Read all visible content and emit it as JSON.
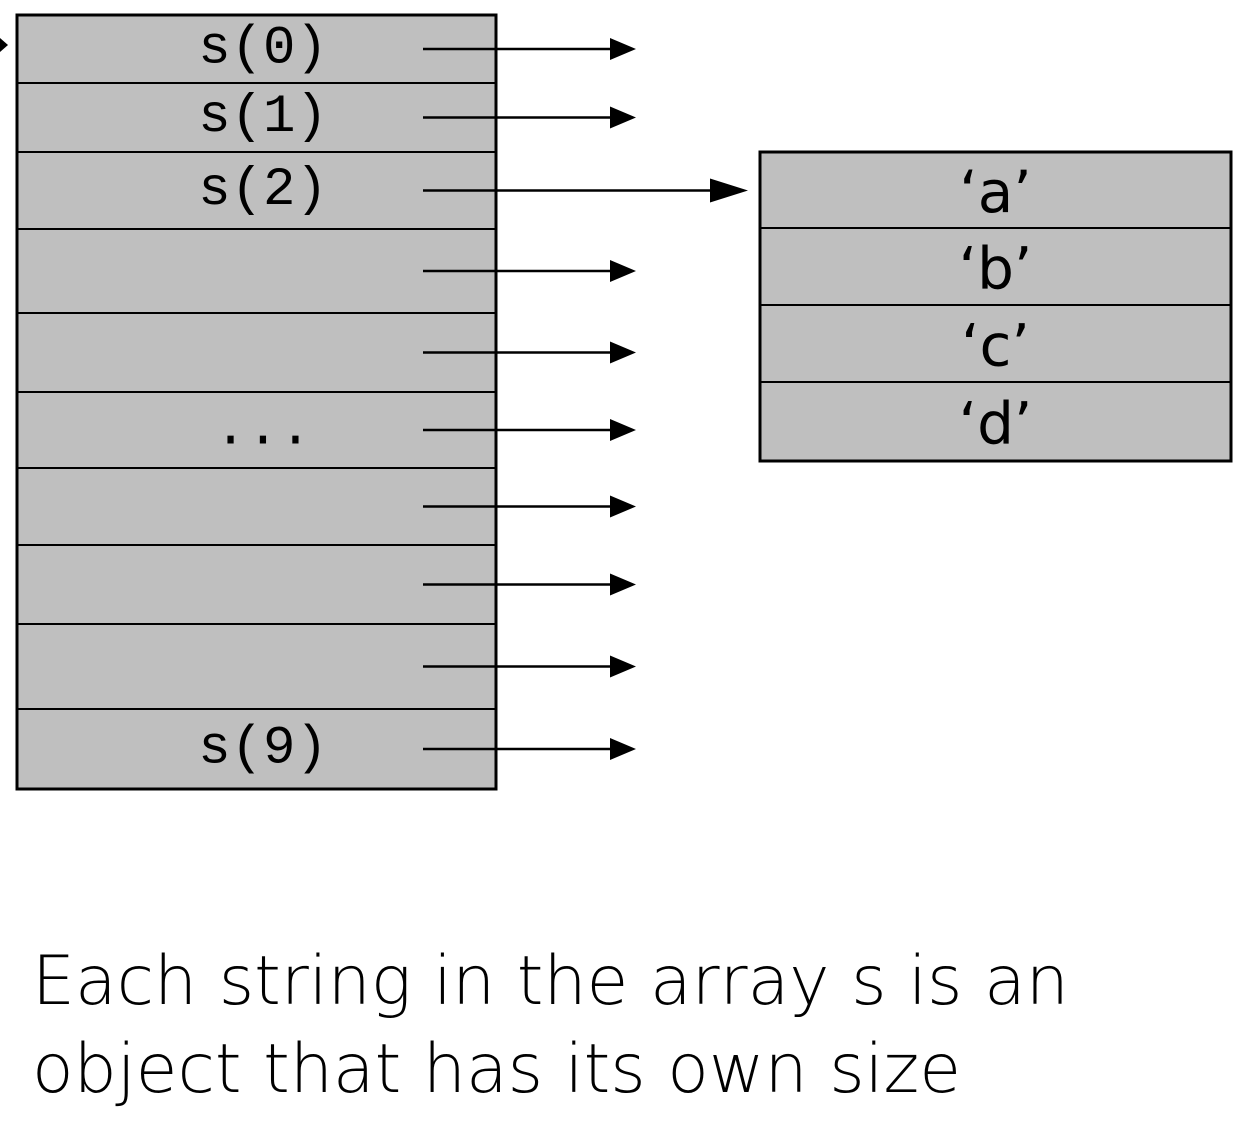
{
  "array": {
    "name": "s",
    "cells": [
      "s(0)",
      "s(1)",
      "s(2)",
      "",
      "",
      "...",
      "",
      "",
      "",
      "s(9)"
    ]
  },
  "string_object": {
    "chars": [
      "‘a’",
      "‘b’",
      "‘c’",
      "‘d’"
    ]
  },
  "caption": {
    "line1": "Each string in the array s is an",
    "line2": "object that has its own size"
  },
  "colors": {
    "cell_fill": "#bfbfbf",
    "stroke": "#000000",
    "background": "#ffffff"
  }
}
